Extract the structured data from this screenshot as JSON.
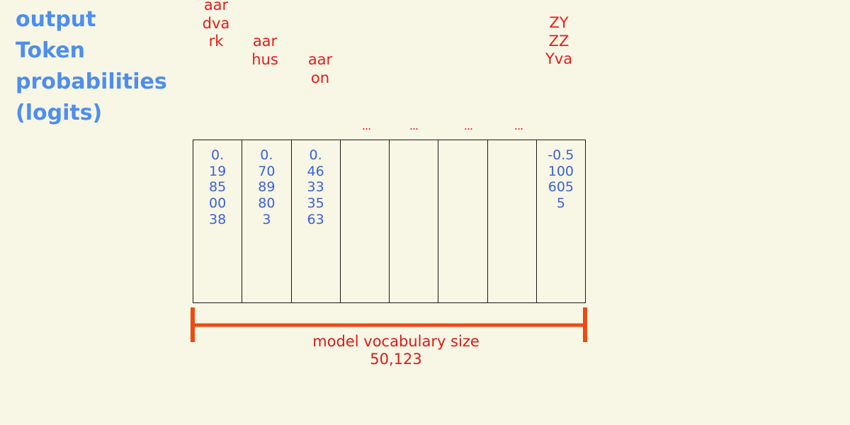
{
  "title": {
    "lines": [
      "output",
      "Token",
      "probabilities",
      "(logits)"
    ]
  },
  "tokens": [
    {
      "label": "aardvark",
      "logit": "0.19850038"
    },
    {
      "label": "aarhus",
      "logit": "0.7089803"
    },
    {
      "label": "aaron",
      "logit": "0.46333563"
    },
    {
      "label": "...",
      "logit": ""
    },
    {
      "label": "...",
      "logit": ""
    },
    {
      "label": "...",
      "logit": ""
    },
    {
      "label": "...",
      "logit": ""
    },
    {
      "label": "ZYZZYva",
      "logit": "-0.5100605 5"
    }
  ],
  "vocab_size": {
    "caption": "model vocabulary size",
    "value": "50,123"
  },
  "colors": {
    "title": "#4d8ef0",
    "token_label": "#e81c1c",
    "logit_value": "#3a62e0",
    "bracket": "#f04a12",
    "background": "#f8f6e4"
  }
}
